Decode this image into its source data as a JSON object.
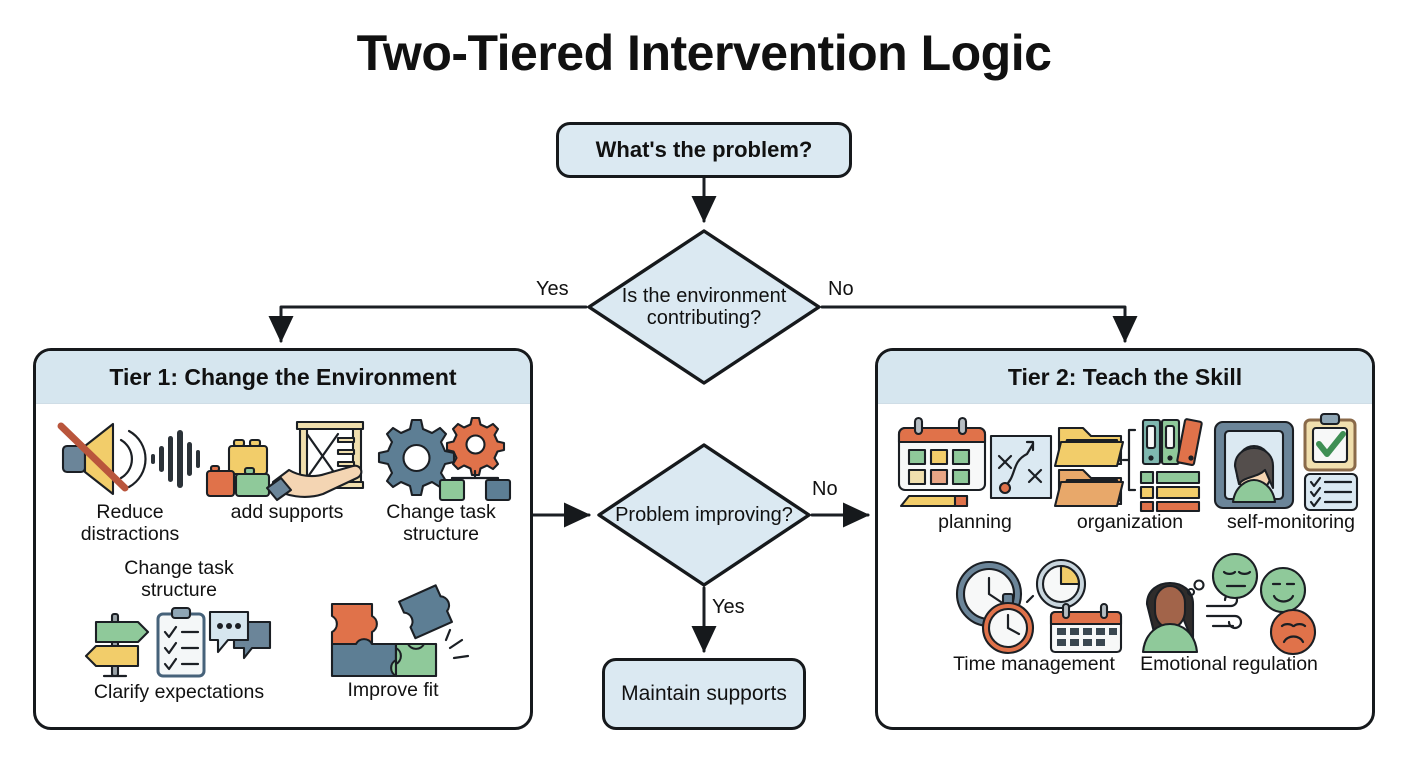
{
  "page": {
    "title": "Two-Tiered Intervention Logic",
    "background": "#ffffff"
  },
  "colors": {
    "node_fill": "#dbe9f2",
    "node_stroke": "#16191c",
    "tier_header_fill": "#d6e6ef",
    "accent_orange": "#e0724a",
    "accent_yellow": "#f2cd6a",
    "accent_green": "#8fc99a",
    "accent_slate": "#5d7e94",
    "text": "#111111"
  },
  "flow": {
    "start": {
      "label": "What's the problem?"
    },
    "decision_environment": {
      "label": "Is the environment contributing?",
      "yes_label": "Yes",
      "no_label": "No"
    },
    "decision_improving": {
      "label": "Problem improving?",
      "yes_label": "Yes",
      "no_label": "No"
    },
    "maintain": {
      "label": "Maintain supports"
    }
  },
  "tier1": {
    "header": "Tier 1: Change the Environment",
    "items": [
      {
        "label": "Reduce distractions",
        "icon": "muted-speaker-icon"
      },
      {
        "label": "add supports",
        "icon": "blocks-scaffold-hand-icon"
      },
      {
        "label": "Change task structure",
        "icon": "gears-flowchart-icon"
      },
      {
        "label": "Change task structure",
        "icon": "duplicate-label"
      },
      {
        "label": "Clarify expectations",
        "icon": "signpost-clipboard-chat-icon"
      },
      {
        "label": "Improve fit",
        "icon": "puzzle-pieces-icon"
      }
    ]
  },
  "tier2": {
    "header": "Tier 2: Teach the Skill",
    "items": [
      {
        "label": "planning",
        "icon": "calendar-pencil-strategy-icon"
      },
      {
        "label": "organization",
        "icon": "folders-binders-list-icon"
      },
      {
        "label": "self-monitoring",
        "icon": "mirror-checklist-icon"
      },
      {
        "label": "Time management",
        "icon": "clocks-stopwatch-calendar-icon"
      },
      {
        "label": "Emotional regulation",
        "icon": "person-emotions-icon"
      }
    ]
  }
}
